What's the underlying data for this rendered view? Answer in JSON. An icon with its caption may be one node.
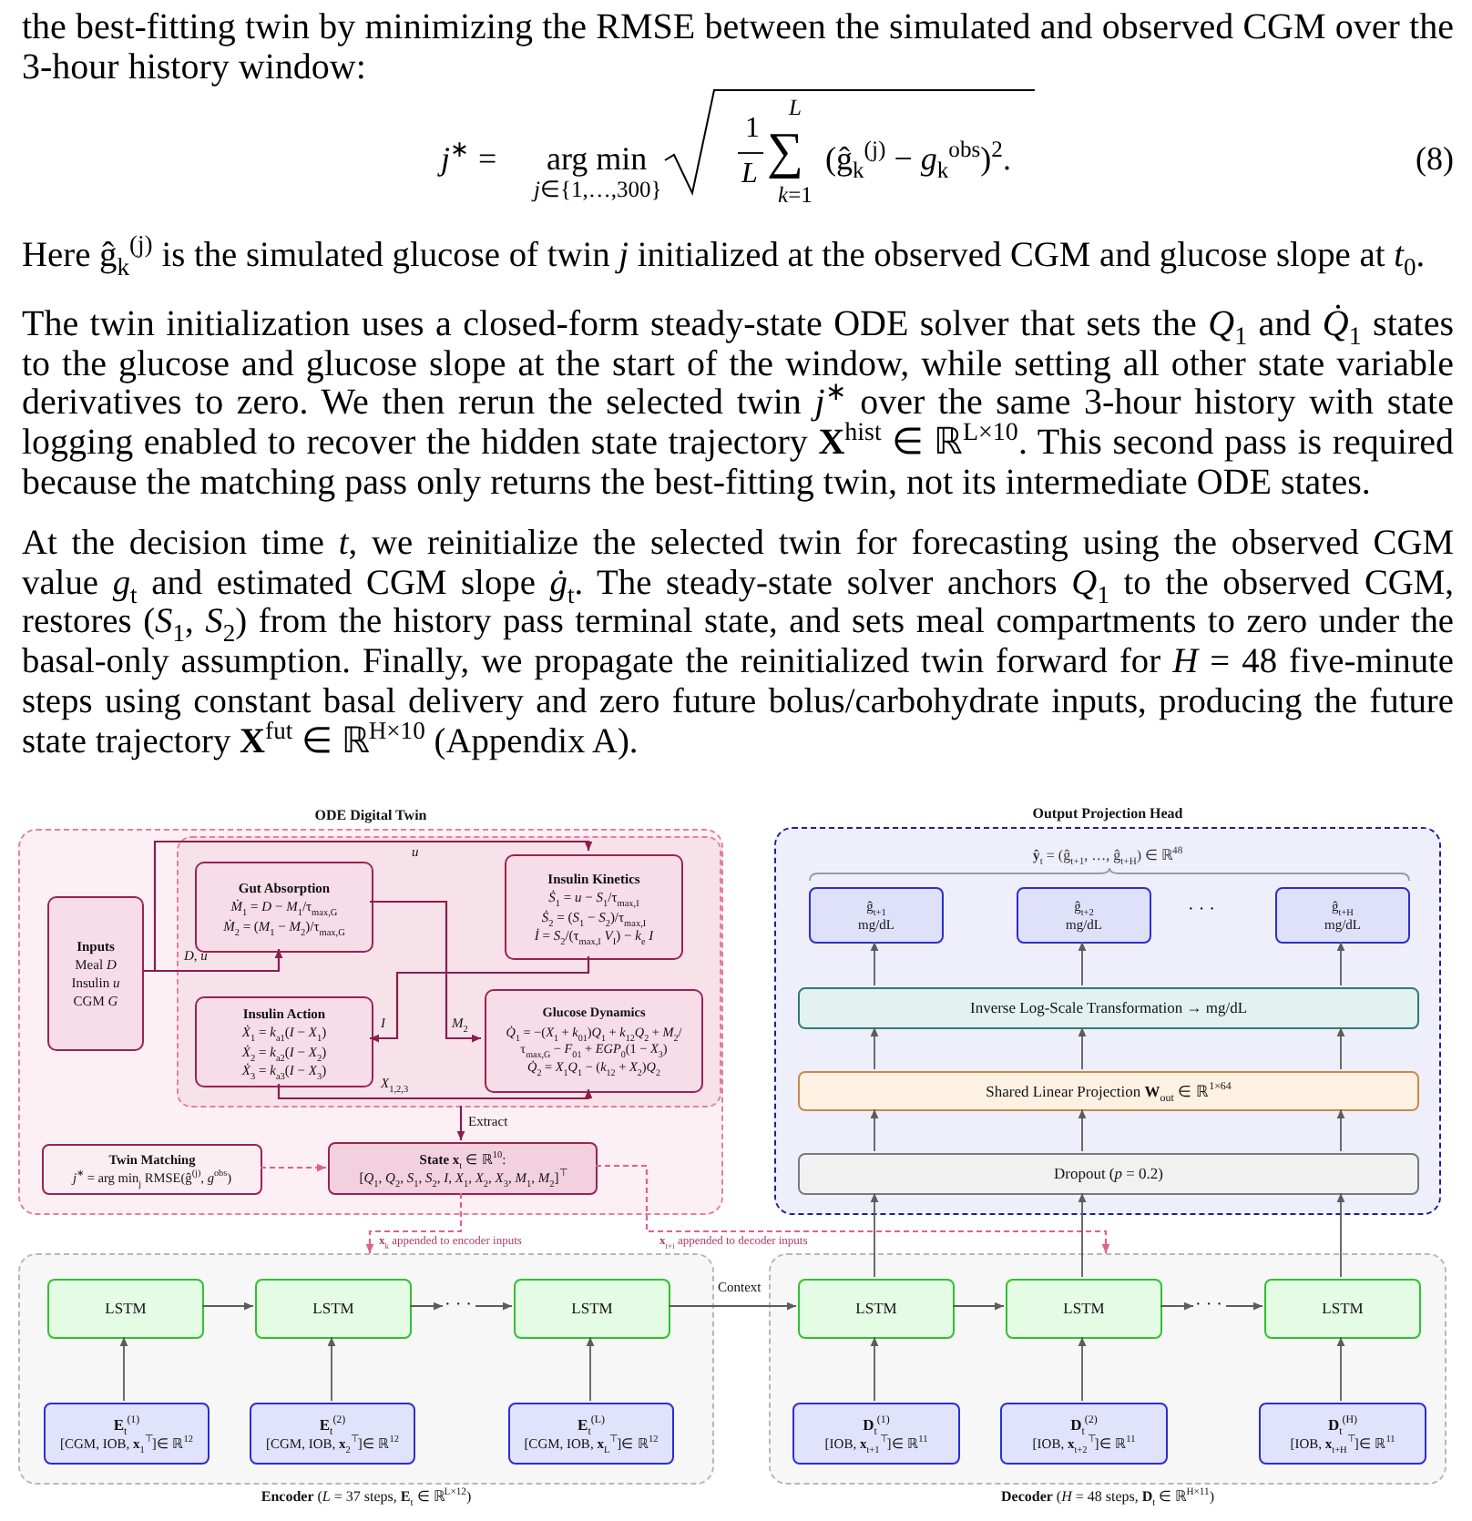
{
  "diagram": {
    "nodes": [
      {
        "text": [
          "ODE Digital Twin"
        ]
      },
      {
        "text": [],
        "shape": "box",
        "in": 0
      },
      {
        "text": [
          "Inputs",
          "Meal *D*",
          "Insulin *u*",
          "CGM *G*"
        ],
        "in": 0
      },
      {
        "text": [
          "Gut Absorption",
          "*Ṁ*$_{1}$ = *D* − *M*$_{1}$/τ$_{max,G}$",
          "*Ṁ*$_{2}$ = (*M*$_{1}$ − *M*$_{2}$)/τ$_{max,G}$"
        ],
        "in": 1
      },
      {
        "text": [
          "Insulin Kinetics",
          "*Ṡ*$_{1}$ = *u* − *S*$_{1}$/τ$_{max,I}$",
          "*Ṡ*$_{2}$ = (*S*$_{1}$ − *S*$_{2}$)/τ$_{max,I}$",
          "*İ* = *S*$_{2}$/(τ$_{max,I}$ *V*$_{I}$) − *k*$_{e}$ *I*"
        ],
        "in": 1
      },
      {
        "text": [
          "Insulin Action",
          "*Ẋ*$_{1}$ = *k*$_{a1}$(*I* − *X*$_{1}$)",
          "*Ẋ*$_{2}$ = *k*$_{a2}$(*I* − *X*$_{2}$)",
          "*Ẋ*$_{3}$ = *k*$_{a3}$(*I* − *X*$_{3}$)"
        ],
        "in": 1
      },
      {
        "text": [
          "Glucose Dynamics",
          "*Q̇*$_{1}$ = −(*X*$_{1}$ + *k*$_{01}$)*Q*$_{1}$ + *k*$_{12}$*Q*$_{2}$ + *M*$_{2}$/τ$_{max,G}$ − *F*$_{01}$ + *EGP*$_{0}$(1 − *X*$_{3}$)",
          "*Q̇*$_{2}$ = *X*$_{1}$*Q*$_{1}$ − (*k*$_{12}$ + *X*$_{2}$)*Q*$_{2}$"
        ],
        "in": 1
      },
      {
        "text": [
          "Twin Matching",
          "*j*$^{∗}$ = arg min$_{j}$ RMSE(ĝ$^{(j)}$, *g*$^{obs}$)"
        ],
        "in": 0
      },
      {
        "text": [
          "**State x**$_{t}$ ∈ ℝ$^{10}$:",
          "[*Q*$_{1}$, *Q*$_{2}$, *S*$_{1}$, *S*$_{2}$, *I*, *X*$_{1}$, *X*$_{2}$, *X*$_{3}$, *M*$_{1}$, *M*$_{2}$]$^{⊤}$"
        ],
        "in": 0
      },
      {
        "text": [
          "Output Projection Head",
          "**ŷ**$_{t}$ = (ĝ$_{t+1}$, …, ĝ$_{t+H}$) ∈ ℝ$^{48}$"
        ]
      },
      {
        "text": [
          "ĝ$_{t+1}$",
          "mg/dL"
        ],
        "in": 9
      },
      {
        "text": [
          "ĝ$_{t+2}$",
          "mg/dL"
        ],
        "in": 9
      },
      {
        "text": [
          "ĝ$_{t+H}$",
          "mg/dL"
        ],
        "in": 9
      },
      {
        "text": [
          "Inverse Log-Scale Transformation → mg/dL"
        ],
        "in": 9
      },
      {
        "text": [
          "Shared Linear Projection **W**$_{out}$ ∈ ℝ$^{1×64}$"
        ],
        "in": 9
      },
      {
        "text": [
          "Dropout (*p* = 0.2)"
        ],
        "in": 9
      },
      {
        "text": [
          "**Encoder** (*L* = 37 steps, **E**$_{t}$ ∈ ℝ$^{L×12}$)"
        ]
      },
      {
        "text": [
          "LSTM"
        ],
        "in": 16
      },
      {
        "text": [
          "LSTM"
        ],
        "in": 16
      },
      {
        "text": [
          "· · ·"
        ],
        "in": 16
      },
      {
        "text": [
          "LSTM"
        ],
        "in": 16
      },
      {
        "text": [
          "**E**$_{t}$$^{(1)}$",
          "[CGM, IOB, **x**$_{1}$$^{⊤}$]∈ ℝ$^{12}$"
        ],
        "in": 16
      },
      {
        "text": [
          "**E**$_{t}$$^{(2)}$",
          "[CGM, IOB, **x**$_{2}$$^{⊤}$]∈ ℝ$^{12}$"
        ],
        "in": 16
      },
      {
        "text": [
          "**E**$_{t}$$^{(L)}$",
          "[CGM, IOB, **x**$_{L}$$^{⊤}$]∈ ℝ$^{12}$"
        ],
        "in": 16
      },
      {
        "text": [
          "**Decoder** (*H* = 48 steps, **D**$_{t}$ ∈ ℝ$^{H×11}$)"
        ]
      },
      {
        "text": [
          "LSTM"
        ],
        "in": 24
      },
      {
        "text": [
          "LSTM"
        ],
        "in": 24
      },
      {
        "text": [
          "· · ·"
        ],
        "in": 24
      },
      {
        "text": [
          "LSTM"
        ],
        "in": 24
      },
      {
        "text": [
          "**D**$_{t}$$^{(1)}$",
          "[IOB, **x**$_{t+1}$$^{⊤}$]∈ ℝ$^{11}$"
        ],
        "in": 24
      },
      {
        "text": [
          "**D**$_{t}$$^{(2)}$",
          "[IOB, **x**$_{t+2}$$^{⊤}$]∈ ℝ$^{11}$"
        ],
        "in": 24
      },
      {
        "text": [
          "**D**$_{t}$$^{(H)}$",
          "[IOB, **x**$_{t+H}$$^{⊤}$]∈ ℝ$^{11}$"
        ],
        "in": 24
      }
    ],
    "edges": [
      {
        "from": 2,
        "to": 3,
        "arrow": "to",
        "label": "*D*, *u*",
        "color": "#8c1d4c"
      },
      {
        "from": 2,
        "to": 4,
        "arrow": "to",
        "label": "*u*",
        "color": "#8c1d4c"
      },
      {
        "from": 3,
        "to": 6,
        "arrow": "to",
        "label": "*M*$_{2}$",
        "color": "#8c1d4c"
      },
      {
        "from": 4,
        "to": 5,
        "arrow": "to",
        "label": "*I*",
        "color": "#8c1d4c"
      },
      {
        "from": 5,
        "to": 6,
        "arrow": "to",
        "label": "*X*$_{1,2,3}$",
        "color": "#8c1d4c"
      },
      {
        "from": 1,
        "to": 8,
        "arrow": "to",
        "label": "Extract",
        "color": "#8c1d4c"
      },
      {
        "from": 7,
        "to": 8,
        "arrow": "to",
        "style": "dashed",
        "color": "#e0608c"
      },
      {
        "from": 8,
        "to": 16,
        "arrow": "to",
        "label": "**x**$_{k}$ appended to encoder inputs",
        "style": "dashed",
        "color": "#e0608c"
      },
      {
        "from": 8,
        "to": 24,
        "arrow": "to",
        "label": "**x**$_{t+i}$ appended to decoder inputs",
        "style": "dashed",
        "color": "#e0608c"
      },
      {
        "from": 21,
        "to": 17,
        "arrow": "to"
      },
      {
        "from": 22,
        "to": 18,
        "arrow": "to"
      },
      {
        "from": 23,
        "to": 20,
        "arrow": "to"
      },
      {
        "from": 17,
        "to": 18,
        "arrow": "to"
      },
      {
        "from": 18,
        "to": 19,
        "arrow": "to"
      },
      {
        "from": 19,
        "to": 20,
        "arrow": "to"
      },
      {
        "from": 20,
        "to": 25,
        "arrow": "to",
        "label": "Context"
      },
      {
        "from": 29,
        "to": 25,
        "arrow": "to"
      },
      {
        "from": 30,
        "to": 26,
        "arrow": "to"
      },
      {
        "from": 31,
        "to": 28,
        "arrow": "to"
      },
      {
        "from": 25,
        "to": 26,
        "arrow": "to"
      },
      {
        "from": 26,
        "to": 27,
        "arrow": "to"
      },
      {
        "from": 27,
        "to": 28,
        "arrow": "to"
      },
      {
        "from": 25,
        "to": 15,
        "arrow": "to"
      },
      {
        "from": 26,
        "to": 15,
        "arrow": "to"
      },
      {
        "from": 28,
        "to": 15,
        "arrow": "to"
      },
      {
        "from": 15,
        "to": 14,
        "arrow": "to"
      },
      {
        "from": 15,
        "to": 14,
        "arrow": "to"
      },
      {
        "from": 15,
        "to": 14,
        "arrow": "to"
      },
      {
        "from": 14,
        "to": 13,
        "arrow": "to"
      },
      {
        "from": 14,
        "to": 13,
        "arrow": "to"
      },
      {
        "from": 14,
        "to": 13,
        "arrow": "to"
      },
      {
        "from": 13,
        "to": 10,
        "arrow": "to"
      },
      {
        "from": 13,
        "to": 11,
        "arrow": "to"
      },
      {
        "from": 13,
        "to": 12,
        "arrow": "to"
      }
    ],
    "labels": [
      "the best-fitting twin by minimizing the RMSE between the simulated and observed CGM over the 3-hour history window:",
      "*j*$^{∗}$ =",
      "arg min",
      "*j*∈{1,…,300}",
      "1",
      "*L*",
      "*L*",
      "∑",
      "*k*=1",
      "(ĝ$_{k}$$^{(j)}$ − *g*$_{k}$$^{obs}$)$^{2}$.",
      "(8)",
      "Here ĝ$_{k}$$^{(j)}$ is the simulated glucose of twin *j* initialized at the observed CGM and glucose slope at *t*$_{0}$.",
      "The twin initialization uses a closed-form steady-state ODE solver that sets the *Q*$_{1}$ and *Q̇*$_{1}$ states to the glucose and glucose slope at the start of the window, while setting all other state variable derivatives to zero. We then rerun the selected twin *j*$^{∗}$ over the same 3-hour history with state logging enabled to recover the hidden state trajectory **X**$^{hist}$ ∈ ℝ$^{L×10}$. This second pass is required because the matching pass only returns the best-fitting twin, not its intermediate ODE states.",
      "At the decision time *t*, we reinitialize the selected twin for forecasting using the observed CGM value *g*$_{t}$ and estimated CGM slope *ġ*$_{t}$. The steady-state solver anchors *Q*$_{1}$ to the observed CGM, restores (*S*$_{1}$, *S*$_{2}$) from the history pass terminal state, and sets meal compartments to zero under the basal-only assumption. Finally, we propagate the reinitialized twin forward for *H* = 48 five-minute steps using constant basal delivery and zero future bolus/carbohydrate inputs, producing the future state trajectory **X**$^{fut}$ ∈ ℝ$^{H×10}$ (Appendix A).",
      "· · ·"
    ]
  }
}
